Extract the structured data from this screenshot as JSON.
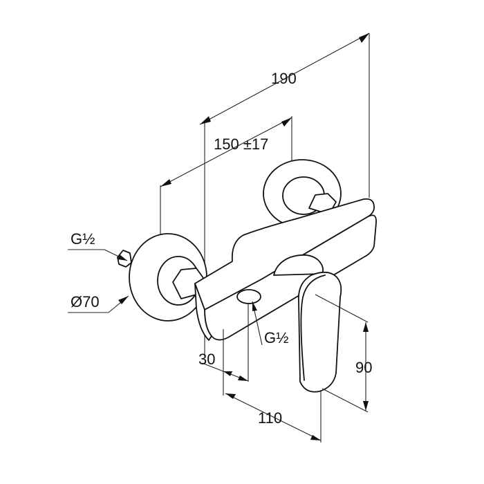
{
  "drawing": {
    "dimensions": {
      "overall_width": "190",
      "center_distance": "150 ±17",
      "inlet_thread": "G½",
      "flange_diameter": "Ø70",
      "outlet_thread": "G½",
      "wall_to_outlet": "30",
      "projection": "110",
      "height": "90"
    },
    "colors": {
      "line": "#111111",
      "background": "#ffffff"
    }
  }
}
